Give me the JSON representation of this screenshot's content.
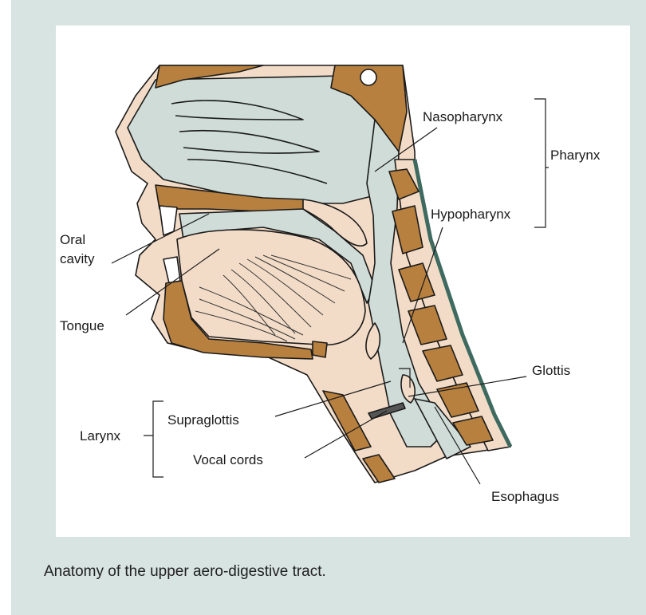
{
  "caption": "Anatomy of the upper aero-digestive tract.",
  "labels": {
    "nasopharynx": "Nasopharynx",
    "pharynx": "Pharynx",
    "hypopharynx": "Hypopharynx",
    "oral_cavity_line1": "Oral",
    "oral_cavity_line2": "cavity",
    "tongue": "Tongue",
    "glottis": "Glottis",
    "larynx": "Larynx",
    "supraglottis": "Supraglottis",
    "vocal_cords": "Vocal cords",
    "esophagus": "Esophagus"
  },
  "colors": {
    "background": "#d8e4e2",
    "panel": "#ffffff",
    "bone": "#b8803f",
    "soft_tissue": "#f3dcc7",
    "airway": "#cfdcd8",
    "outline": "#1a1a1a",
    "spine_edge": "#3e6a5f"
  }
}
